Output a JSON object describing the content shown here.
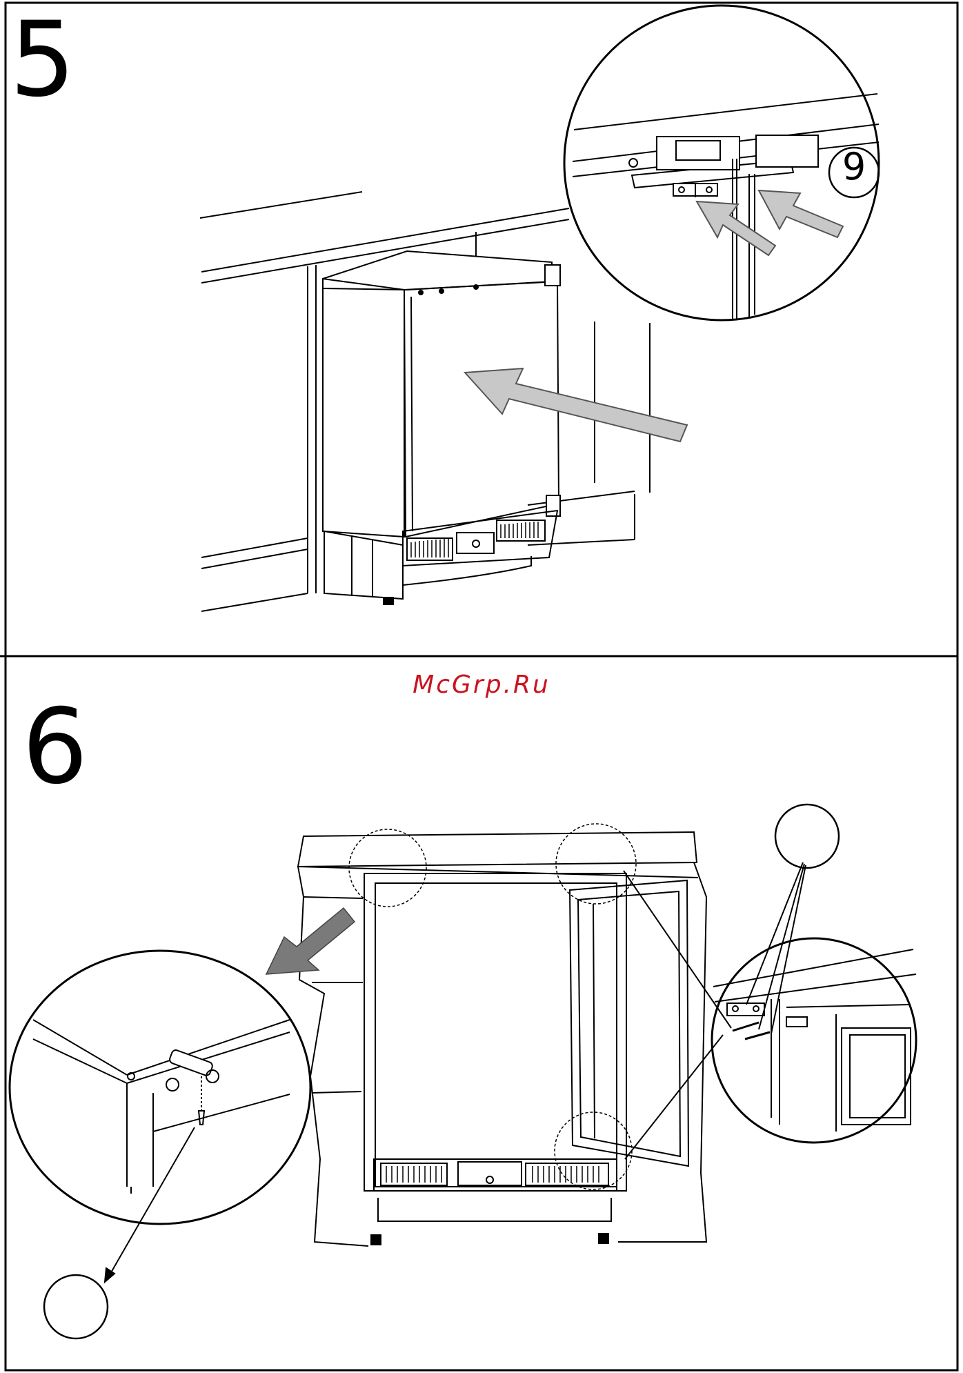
{
  "steps": [
    {
      "number": "5"
    },
    {
      "number": "6"
    }
  ],
  "watermark": "McGrp.Ru",
  "callouts": {
    "step5_part": "9"
  },
  "colors": {
    "line": "#000000",
    "arrow_fill": "#c8c8c8",
    "arrow_dark": "#7a7a7a",
    "watermark": "#c8141e"
  }
}
